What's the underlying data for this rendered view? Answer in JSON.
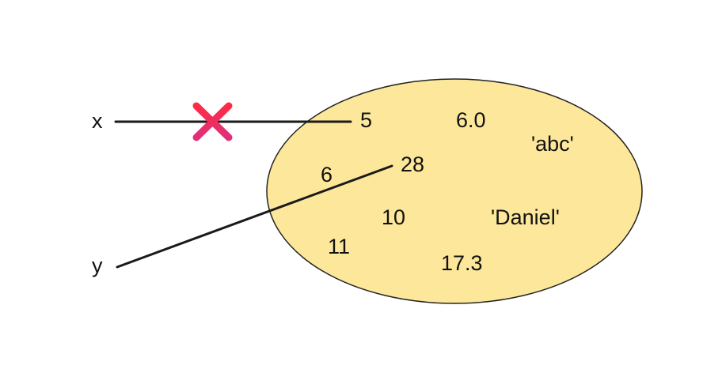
{
  "variables": [
    {
      "name": "x"
    },
    {
      "name": "y"
    }
  ],
  "values": [
    "5",
    "6.0",
    "'abc'",
    "28",
    "6",
    "10",
    "'Daniel'",
    "11",
    "17.3"
  ],
  "colors": {
    "object_pool_fill": "#fde79a",
    "object_pool_stroke": "#222222",
    "reference_line": "#1a1a1a",
    "cross_mark": "#f0335a"
  },
  "icons": {
    "cross": "cross-icon"
  }
}
